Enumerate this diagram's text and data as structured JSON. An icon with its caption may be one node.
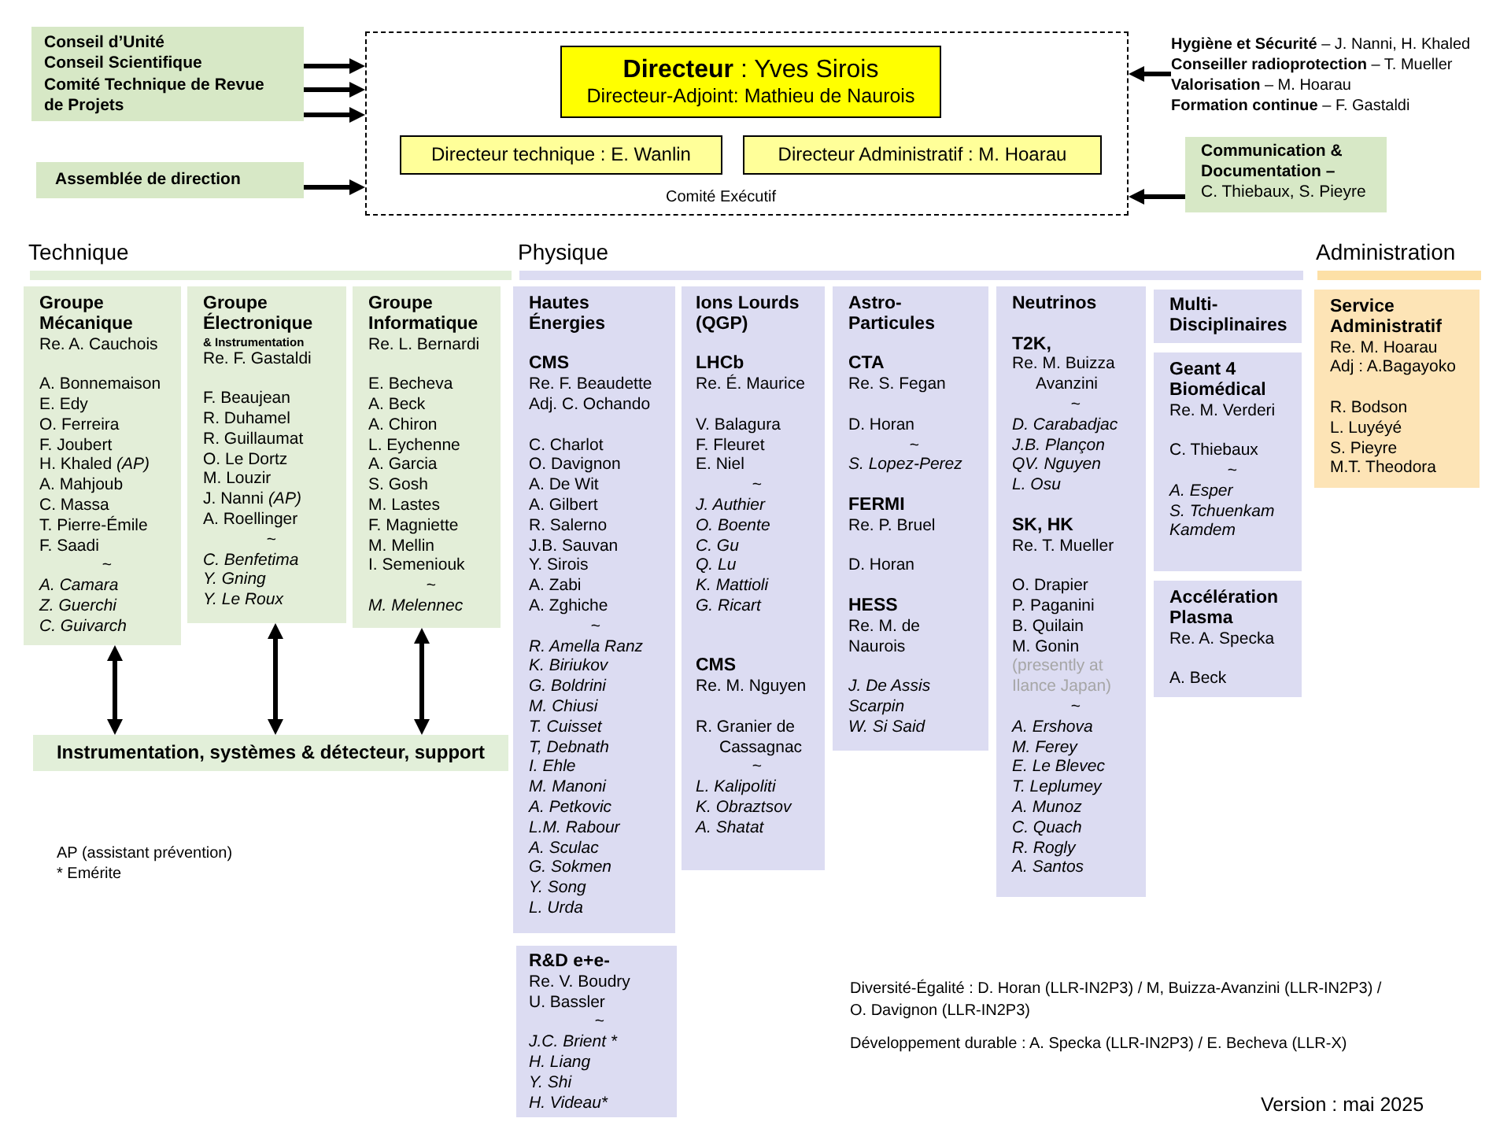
{
  "diagram": {
    "nodes": [
      {
        "text": [
          "Conseil d’Unité",
          "Conseil Scientifique",
          "Comité Technique de Revue de Projets"
        ]
      },
      {
        "text": [
          "Assemblée de direction"
        ]
      },
      {
        "text": [
          "Comité Exécutif"
        ]
      },
      {
        "text": [
          "**Directeur** : Yves Sirois",
          "Directeur-Adjoint: Mathieu de Naurois"
        ],
        "in": 2
      },
      {
        "text": [
          "Directeur technique : E. Wanlin"
        ],
        "in": 2
      },
      {
        "text": [
          "Directeur Administratif : M. Hoarau"
        ],
        "in": 2
      },
      {
        "text": [
          "**Hygiène et Sécurité** – J. Nanni, H. Khaled",
          "**Conseiller radioprotection** – T. Mueller",
          "**Valorisation** – M. Hoarau",
          "**Formation continue** – F. Gastaldi"
        ]
      },
      {
        "text": [
          "Communication & Documentation –",
          "C. Thiebaux, S. Pieyre"
        ]
      },
      {
        "text": [
          "Technique"
        ]
      },
      {
        "text": [
          "Groupe Mécanique",
          "Re. A. Cauchois",
          "A. Bonnemaison",
          "E. Edy",
          "O. Ferreira",
          "F. Joubert",
          "H. Khaled *(AP)*",
          "A. Mahjoub",
          "C. Massa",
          "T. Pierre-Émile",
          "F. Saadi",
          "~",
          "A. Camara",
          "Z. Guerchi",
          "C. Guivarch"
        ]
      },
      {
        "text": [
          "Groupe Électronique",
          "& Instrumentation",
          "Re. F. Gastaldi",
          "F. Beaujean",
          "R. Duhamel",
          "R. Guillaumat",
          "O. Le Dortz",
          "M. Louzir",
          "J. Nanni *(AP)*",
          "A. Roellinger",
          "~",
          "C. Benfetima",
          "Y. Gning",
          "Y. Le Roux"
        ]
      },
      {
        "text": [
          "Groupe Informatique",
          "Re. L. Bernardi",
          "E. Becheva",
          "A. Beck",
          "A. Chiron",
          "L. Eychenne",
          "A. Garcia",
          "S. Gosh",
          "M. Lastes",
          "F. Magniette",
          "M. Mellin",
          "I. Semeniouk",
          "~",
          "M. Melennec"
        ]
      },
      {
        "text": [
          "Instrumentation, systèmes & détecteur, support"
        ]
      },
      {
        "text": [
          "Physique"
        ]
      },
      {
        "text": [
          "Hautes Énergies",
          "CMS",
          "Re. F. Beaudette",
          "Adj. C. Ochando",
          "C. Charlot",
          "O. Davignon",
          "A. De Wit",
          "A. Gilbert",
          "R. Salerno",
          "J.B. Sauvan",
          "Y. Sirois",
          "A. Zabi",
          "A. Zghiche",
          "~",
          "R. Amella Ranz",
          "K. Biriukov",
          "G. Boldrini",
          "M. Chiusi",
          "T. Cuisset",
          "T, Debnath",
          "I. Ehle",
          "M. Manoni",
          "A. Petkovic",
          "L.M. Rabour",
          "A. Sculac",
          "G. Sokmen",
          "Y. Song",
          "L. Urda"
        ]
      },
      {
        "text": [
          "Ions Lourds (QGP)",
          "LHCb",
          "Re. É. Maurice",
          "V. Balagura",
          "F. Fleuret",
          "E. Niel",
          "~",
          "J. Authier",
          "O. Boente",
          "C. Gu",
          "Q. Lu",
          "K. Mattioli",
          "G. Ricart",
          "CMS",
          "Re. M. Nguyen",
          "R. Granier de Cassagnac",
          "~",
          "L. Kalipoliti",
          "K. Obraztsov",
          "A. Shatat"
        ]
      },
      {
        "text": [
          "Astro-Particules",
          "CTA",
          "Re. S. Fegan",
          "D. Horan",
          "~",
          "S. Lopez-Perez",
          "FERMI",
          "Re. P. Bruel",
          "D. Horan",
          "HESS",
          "Re. M. de Naurois",
          "J. De Assis Scarpin",
          "W. Si Said"
        ]
      },
      {
        "text": [
          "Neutrinos",
          "T2K,",
          "Re. M. Buizza Avanzini",
          "~",
          "D. Carabadjac",
          "J.B. Plançon",
          "QV. Nguyen",
          "L. Osu",
          "SK, HK",
          "Re. T. Mueller",
          "O. Drapier",
          "P. Paganini",
          "B. Quilain",
          "M. Gonin",
          "(presently at Ilance Japan)",
          "~",
          "A. Ershova",
          "M. Ferey",
          "E. Le Blevec",
          "T. Leplumey",
          "A. Munoz",
          "C. Quach",
          "R. Rogly",
          "A. Santos"
        ]
      },
      {
        "text": [
          "Multi-Disciplinaires"
        ]
      },
      {
        "text": [
          "Geant 4 Biomédical",
          "Re. M. Verderi",
          "C. Thiebaux",
          "~",
          "A. Esper",
          "S. Tchuenkam Kamdem"
        ]
      },
      {
        "text": [
          "Accélération Plasma",
          "Re. A. Specka",
          "A. Beck"
        ]
      },
      {
        "text": [
          "R&D e+e-",
          "Re. V. Boudry",
          "U. Bassler",
          "~",
          "J.C. Brient *",
          "H. Liang",
          "Y. Shi",
          "H. Videau*"
        ]
      },
      {
        "text": [
          "Administration"
        ]
      },
      {
        "text": [
          "Service Administratif",
          "Re. M. Hoarau",
          "Adj : A.Bagayoko",
          "R. Bodson",
          "L. Luyéyé",
          "S. Pieyre",
          "M.T. Theodora"
        ]
      }
    ],
    "edges": [
      {
        "from": 0,
        "to": 2,
        "arrow": "to"
      },
      {
        "from": 0,
        "to": 2,
        "arrow": "to"
      },
      {
        "from": 0,
        "to": 2,
        "arrow": "to"
      },
      {
        "from": 1,
        "to": 2,
        "arrow": "to"
      },
      {
        "from": 6,
        "to": 2,
        "arrow": "to"
      },
      {
        "from": 7,
        "to": 2,
        "arrow": "to"
      },
      {
        "from": 9,
        "to": 12,
        "arrow": "both"
      },
      {
        "from": 10,
        "to": 12,
        "arrow": "both"
      },
      {
        "from": 11,
        "to": 12,
        "arrow": "both"
      }
    ],
    "labels": [
      "AP (assistant prévention)",
      "* Emérite",
      "Diversité-Égalité : D. Horan (LLR-IN2P3) / M, Buizza-Avanzini (LLR-IN2P3) / O. Davignon (LLR-IN2P3)",
      "Développement durable : A. Specka (LLR-IN2P3) / E. Becheva (LLR-X)",
      "Version : mai 2025"
    ]
  }
}
